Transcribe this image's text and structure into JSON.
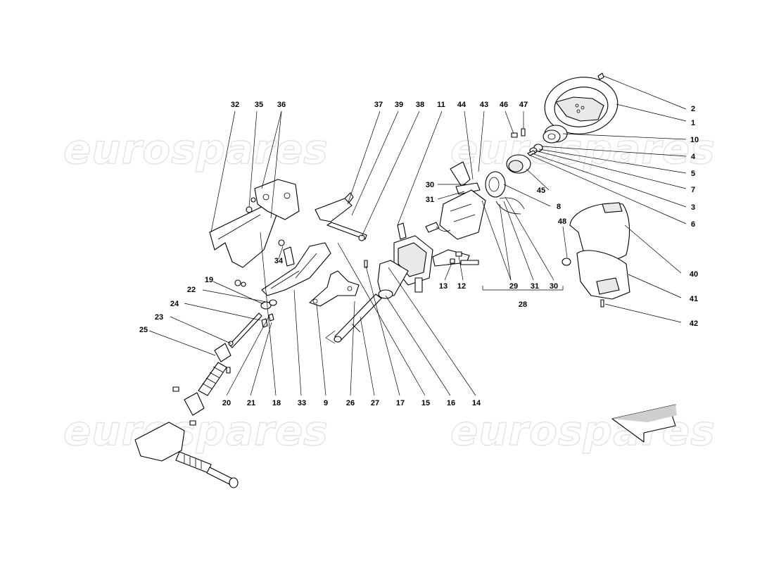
{
  "watermark": {
    "text": "eurospares"
  },
  "callouts": [
    {
      "id": "1",
      "label": "1"
    },
    {
      "id": "2",
      "label": "2"
    },
    {
      "id": "3",
      "label": "3"
    },
    {
      "id": "4",
      "label": "4"
    },
    {
      "id": "5",
      "label": "5"
    },
    {
      "id": "6",
      "label": "6"
    },
    {
      "id": "7",
      "label": "7"
    },
    {
      "id": "8",
      "label": "8"
    },
    {
      "id": "9",
      "label": "9"
    },
    {
      "id": "10",
      "label": "10"
    },
    {
      "id": "11",
      "label": "11"
    },
    {
      "id": "12",
      "label": "12"
    },
    {
      "id": "13",
      "label": "13"
    },
    {
      "id": "14",
      "label": "14"
    },
    {
      "id": "15",
      "label": "15"
    },
    {
      "id": "16",
      "label": "16"
    },
    {
      "id": "17",
      "label": "17"
    },
    {
      "id": "18",
      "label": "18"
    },
    {
      "id": "19",
      "label": "19"
    },
    {
      "id": "20",
      "label": "20"
    },
    {
      "id": "21",
      "label": "21"
    },
    {
      "id": "22",
      "label": "22"
    },
    {
      "id": "23",
      "label": "23"
    },
    {
      "id": "24",
      "label": "24"
    },
    {
      "id": "25",
      "label": "25"
    },
    {
      "id": "26",
      "label": "26"
    },
    {
      "id": "27",
      "label": "27"
    },
    {
      "id": "28",
      "label": "28"
    },
    {
      "id": "29",
      "label": "29"
    },
    {
      "id": "30a",
      "label": "30"
    },
    {
      "id": "30b",
      "label": "30"
    },
    {
      "id": "31a",
      "label": "31"
    },
    {
      "id": "31b",
      "label": "31"
    },
    {
      "id": "32",
      "label": "32"
    },
    {
      "id": "33",
      "label": "33"
    },
    {
      "id": "34",
      "label": "34"
    },
    {
      "id": "35",
      "label": "35"
    },
    {
      "id": "36",
      "label": "36"
    },
    {
      "id": "37",
      "label": "37"
    },
    {
      "id": "38",
      "label": "38"
    },
    {
      "id": "39",
      "label": "39"
    },
    {
      "id": "40",
      "label": "40"
    },
    {
      "id": "41",
      "label": "41"
    },
    {
      "id": "42",
      "label": "42"
    },
    {
      "id": "43",
      "label": "43"
    },
    {
      "id": "44",
      "label": "44"
    },
    {
      "id": "45",
      "label": "45"
    },
    {
      "id": "46",
      "label": "46"
    },
    {
      "id": "47",
      "label": "47"
    },
    {
      "id": "48",
      "label": "48"
    }
  ],
  "icons": {
    "direction_arrow": "front-direction-arrow-icon"
  }
}
